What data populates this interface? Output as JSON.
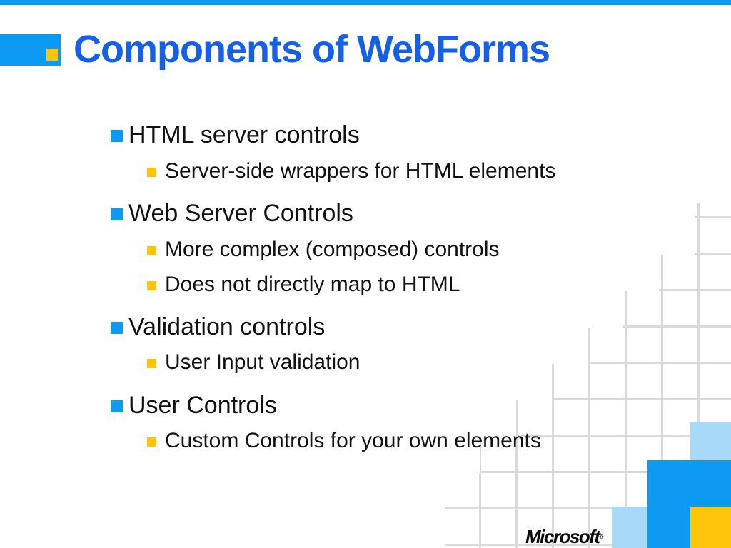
{
  "slide": {
    "title": "Components of WebForms",
    "bullets": [
      {
        "level": 1,
        "text": "HTML server controls"
      },
      {
        "level": 2,
        "text": "Server-side wrappers for HTML elements"
      },
      {
        "level": 1,
        "text": "Web Server Controls"
      },
      {
        "level": 2,
        "text": "More complex (composed) controls"
      },
      {
        "level": 2,
        "text": "Does not directly map to HTML"
      },
      {
        "level": 1,
        "text": "Validation controls"
      },
      {
        "level": 2,
        "text": "User Input validation"
      },
      {
        "level": 1,
        "text": "User Controls"
      },
      {
        "level": 2,
        "text": "Custom Controls for your own elements"
      }
    ],
    "logo": {
      "text": "Microsoft",
      "mark": "®"
    },
    "colors": {
      "accent_blue": "#0d9af2",
      "title_blue": "#1560e8",
      "accent_yellow": "#fcc50a",
      "light_blue": "#a9d9f8",
      "grid_line": "#d9d9de",
      "body_text": "#111111"
    }
  }
}
